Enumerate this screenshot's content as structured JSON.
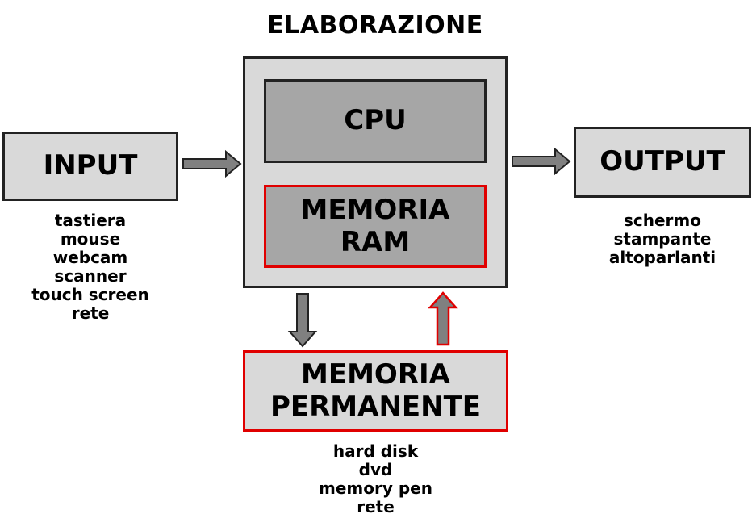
{
  "title": "ELABORAZIONE",
  "nodes": {
    "input": "INPUT",
    "cpu": "CPU",
    "ram": "MEMORIA RAM",
    "output": "OUTPUT",
    "storage": "MEMORIA PERMANENTE"
  },
  "lists": {
    "input": [
      "tastiera",
      "mouse",
      "webcam",
      "scanner",
      "touch screen",
      "rete"
    ],
    "output": [
      "schermo",
      "stampante",
      "altoparlanti"
    ],
    "storage": [
      "hard disk",
      "dvd",
      "memory pen",
      "rete"
    ]
  },
  "colors": {
    "box_fill": "#d9d9d9",
    "inner_fill": "#a6a6a6",
    "arrow_fill": "#808080",
    "highlight": "#e00000"
  }
}
